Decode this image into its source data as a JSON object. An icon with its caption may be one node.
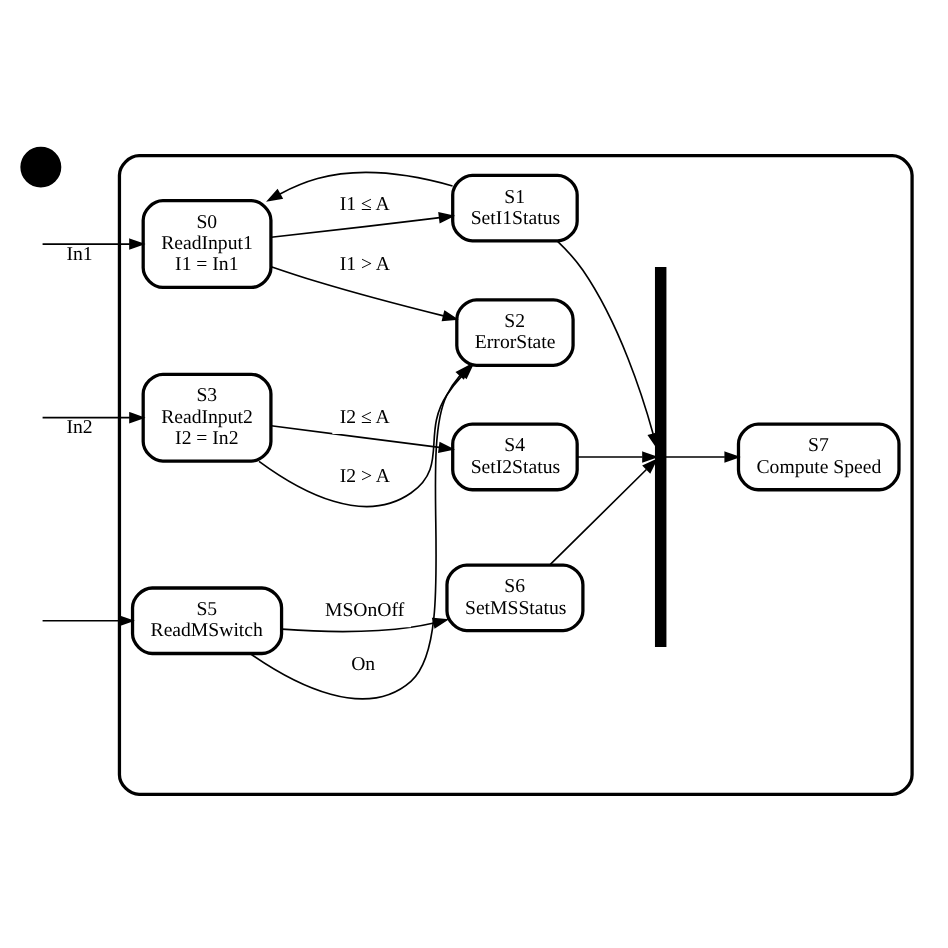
{
  "diagram": {
    "nodes": [
      {
        "text": [],
        "shape": "box"
      },
      {
        "text": [],
        "shape": "circle"
      },
      {
        "text": [
          "S0",
          "ReadInput1",
          "I1 = In1"
        ],
        "in": 0
      },
      {
        "text": [
          "S1",
          "SetI1Status"
        ],
        "in": 0
      },
      {
        "text": [
          "S2",
          "ErrorState"
        ],
        "in": 0
      },
      {
        "text": [
          "S3",
          "ReadInput2",
          "I2 = In2"
        ],
        "in": 0
      },
      {
        "text": [
          "S4",
          "SetI2Status"
        ],
        "in": 0
      },
      {
        "text": [
          "S5",
          "ReadMSwitch"
        ],
        "in": 0
      },
      {
        "text": [
          "S6",
          "SetMSStatus"
        ],
        "in": 0
      },
      {
        "text": [],
        "shape": "bar",
        "in": 0
      },
      {
        "text": [
          "S7",
          "Compute Speed"
        ],
        "in": 0
      }
    ],
    "edges": [
      {
        "from": null,
        "to": 2,
        "arrow": "to",
        "label": "In1"
      },
      {
        "from": 2,
        "to": 3,
        "arrow": "to",
        "label": "I1 ≤ A"
      },
      {
        "from": 3,
        "to": 2,
        "arrow": "to"
      },
      {
        "from": 2,
        "to": 4,
        "arrow": "to",
        "label": "I1 > A"
      },
      {
        "from": null,
        "to": 5,
        "arrow": "to",
        "label": "In2"
      },
      {
        "from": 5,
        "to": 4,
        "arrow": "to",
        "label": "I2 > A"
      },
      {
        "from": 5,
        "to": 6,
        "arrow": "to",
        "label": "I2 ≤ A"
      },
      {
        "from": null,
        "to": 7,
        "arrow": "to"
      },
      {
        "from": 7,
        "to": 4,
        "arrow": "to",
        "label": "On"
      },
      {
        "from": 7,
        "to": 8,
        "arrow": "to",
        "label": "MSOnOff"
      },
      {
        "from": 3,
        "to": 9,
        "arrow": "to"
      },
      {
        "from": 6,
        "to": 9,
        "arrow": "to"
      },
      {
        "from": 8,
        "to": 9,
        "arrow": "to"
      },
      {
        "from": 9,
        "to": 10,
        "arrow": "to"
      }
    ]
  }
}
